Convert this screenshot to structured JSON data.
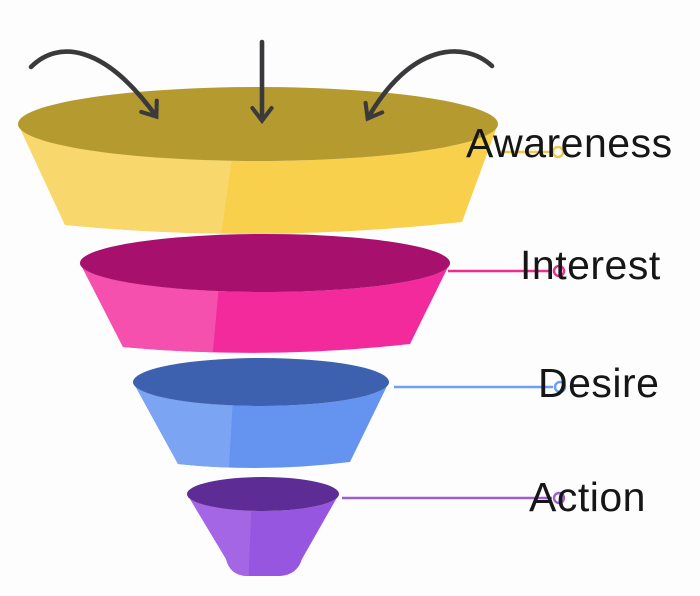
{
  "diagram": {
    "type": "marketing-funnel",
    "background": "#fdfdfe",
    "text_color": "#161616",
    "inflow_arrow_color": "#3a3a3c",
    "stages": [
      {
        "label": "Awareness",
        "colors": {
          "top": "#b59b2f",
          "front": "#f9d04b",
          "front_light": "#f8d86d",
          "line": "#f0c84b"
        }
      },
      {
        "label": "Interest",
        "colors": {
          "top": "#a8106e",
          "front": "#f22a9c",
          "front_light": "#f650ae",
          "line": "#ee2d8e"
        }
      },
      {
        "label": "Desire",
        "colors": {
          "top": "#3d61ae",
          "front": "#6494f0",
          "front_light": "#7ba4f2",
          "line": "#6f9ff0"
        }
      },
      {
        "label": "Action",
        "colors": {
          "top": "#5e2c95",
          "front": "#9756df",
          "front_light": "#a466e4",
          "line": "#9a5fd8"
        }
      }
    ]
  }
}
